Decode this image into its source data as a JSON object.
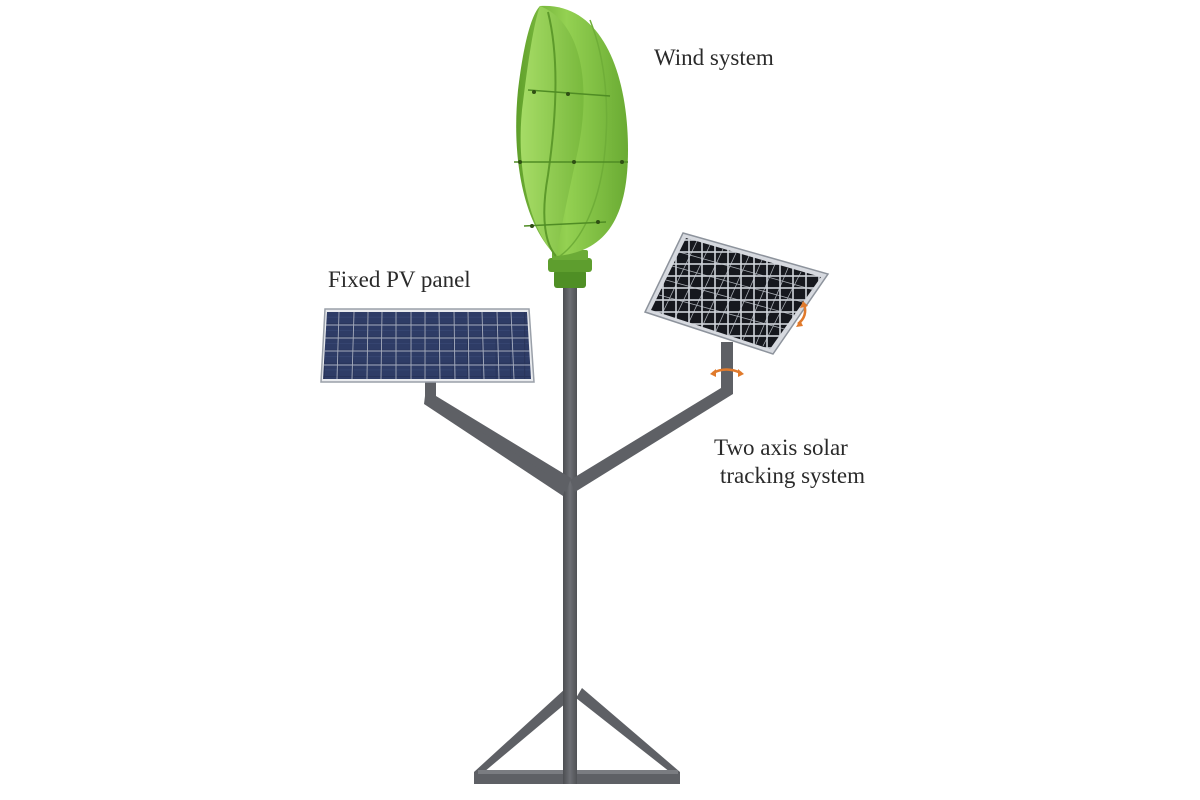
{
  "labels": {
    "wind_system": "Wind system",
    "fixed_pv_panel": "Fixed PV panel",
    "tracking_line1": "Two axis solar",
    "tracking_line2": "tracking system"
  },
  "colors": {
    "pole": "#5f6166",
    "turbine_green": "#8ccc4a",
    "panel_blue": "#2a3456",
    "panel_dark": "#15171d",
    "arrow_orange": "#e07a2c"
  }
}
